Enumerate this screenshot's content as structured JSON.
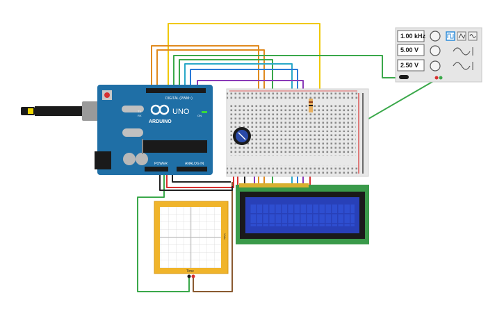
{
  "arduino": {
    "brand_label": "ARDUINO",
    "model_label": "UNO",
    "digital_header_label": "DIGITAL (PWM~)",
    "power_header_label": "POWER",
    "analog_header_label": "ANALOG IN",
    "tx_label": "TX",
    "rx_label": "RX",
    "on_label": "ON"
  },
  "function_generator": {
    "frequency_value": "1.00 kHz",
    "amplitude_value": "5.00 V",
    "offset_value": "2.50 V",
    "waveforms": [
      "square",
      "triangle",
      "sine"
    ],
    "selected_waveform": "square"
  },
  "oscilloscope": {
    "time_label": "Time",
    "voltage_label": "V/div"
  },
  "colors": {
    "arduino_board": "#1f6fa6",
    "breadboard": "#e8e8e8",
    "lcd_board": "#3a9a4a",
    "lcd_screen": "#2840b8",
    "scope_frame": "#f0b42a",
    "wire_yellow": "#f0c800",
    "wire_orange": "#e08a1e",
    "wire_green": "#3aa84a",
    "wire_teal": "#2aa8c8",
    "wire_blue": "#2a7ad8",
    "wire_purple": "#8a3ab8",
    "wire_red": "#d83030",
    "wire_brown": "#8a5a30"
  }
}
